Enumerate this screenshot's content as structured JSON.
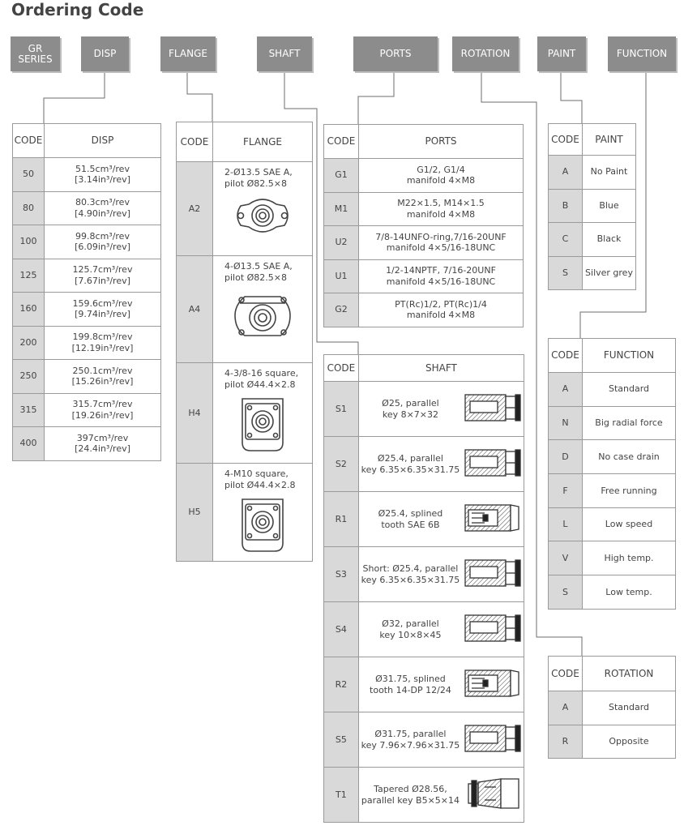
{
  "title": "Ordering Code",
  "headers": [
    {
      "id": "gr",
      "label": "GR\nSERIES"
    },
    {
      "id": "disp",
      "label": "DISP"
    },
    {
      "id": "flange",
      "label": "FLANGE"
    },
    {
      "id": "shaft",
      "label": "SHAFT"
    },
    {
      "id": "ports",
      "label": "PORTS"
    },
    {
      "id": "rotation",
      "label": "ROTATION"
    },
    {
      "id": "paint",
      "label": "PAINT"
    },
    {
      "id": "function",
      "label": "FUNCTION"
    }
  ],
  "disp": {
    "code_header": "CODE",
    "value_header": "DISP",
    "rows": [
      {
        "code": "50",
        "l1": "51.5cm³/rev",
        "l2": "[3.14in³/rev]"
      },
      {
        "code": "80",
        "l1": "80.3cm³/rev",
        "l2": "[4.90in³/rev]"
      },
      {
        "code": "100",
        "l1": "99.8cm³/rev",
        "l2": "[6.09in³/rev]"
      },
      {
        "code": "125",
        "l1": "125.7cm³/rev",
        "l2": "[7.67in³/rev]"
      },
      {
        "code": "160",
        "l1": "159.6cm³/rev",
        "l2": "[9.74in³/rev]"
      },
      {
        "code": "200",
        "l1": "199.8cm³/rev",
        "l2": "[12.19in³/rev]"
      },
      {
        "code": "250",
        "l1": "250.1cm³/rev",
        "l2": "[15.26in³/rev]"
      },
      {
        "code": "315",
        "l1": "315.7cm³/rev",
        "l2": "[19.26in³/rev]"
      },
      {
        "code": "400",
        "l1": "397cm³/rev",
        "l2": "[24.4in³/rev]"
      }
    ]
  },
  "flange": {
    "code_header": "CODE",
    "value_header": "FLANGE",
    "rows": [
      {
        "code": "A2",
        "l1": "2-Ø13.5 SAE A,",
        "l2": "pilot Ø82.5×8"
      },
      {
        "code": "A4",
        "l1": "4-Ø13.5 SAE A,",
        "l2": "pilot Ø82.5×8"
      },
      {
        "code": "H4",
        "l1": "4-3/8-16 square,",
        "l2": "pilot Ø44.4×2.8"
      },
      {
        "code": "H5",
        "l1": "4-M10 square,",
        "l2": "pilot Ø44.4×2.8"
      }
    ]
  },
  "ports": {
    "code_header": "CODE",
    "value_header": "PORTS",
    "rows": [
      {
        "code": "G1",
        "l1": "G1/2, G1/4",
        "l2": "manifold 4×M8"
      },
      {
        "code": "M1",
        "l1": "M22×1.5, M14×1.5",
        "l2": "manifold 4×M8"
      },
      {
        "code": "U2",
        "l1": "7/8-14UNFO-ring,7/16-20UNF",
        "l2": "manifold 4×5/16-18UNC"
      },
      {
        "code": "U1",
        "l1": "1/2-14NPTF, 7/16-20UNF",
        "l2": "manifold 4×5/16-18UNC"
      },
      {
        "code": "G2",
        "l1": "PT(Rc)1/2, PT(Rc)1/4",
        "l2": "manifold 4×M8"
      }
    ]
  },
  "shaft": {
    "code_header": "CODE",
    "value_header": "SHAFT",
    "rows": [
      {
        "code": "S1",
        "l1": "Ø25, parallel",
        "l2": "key 8×7×32",
        "kind": "keyed"
      },
      {
        "code": "S2",
        "l1": "Ø25.4, parallel",
        "l2": "key 6.35×6.35×31.75",
        "kind": "keyed"
      },
      {
        "code": "R1",
        "l1": "Ø25.4, splined",
        "l2": "tooth SAE 6B",
        "kind": "splined"
      },
      {
        "code": "S3",
        "l1": "Short: Ø25.4, parallel",
        "l2": "key 6.35×6.35×31.75",
        "kind": "keyed"
      },
      {
        "code": "S4",
        "l1": "Ø32, parallel",
        "l2": "key 10×8×45",
        "kind": "keyed"
      },
      {
        "code": "R2",
        "l1": "Ø31.75, splined",
        "l2": "tooth 14-DP 12/24",
        "kind": "splined"
      },
      {
        "code": "S5",
        "l1": "Ø31.75, parallel",
        "l2": "key 7.96×7.96×31.75",
        "kind": "keyed"
      },
      {
        "code": "T1",
        "l1": "Tapered Ø28.56,",
        "l2": "parallel key B5×5×14",
        "kind": "tapered"
      }
    ]
  },
  "paint": {
    "code_header": "CODE",
    "value_header": "PAINT",
    "rows": [
      {
        "code": "A",
        "v": "No Paint"
      },
      {
        "code": "B",
        "v": "Blue"
      },
      {
        "code": "C",
        "v": "Black"
      },
      {
        "code": "S",
        "v": "Silver grey"
      }
    ]
  },
  "function": {
    "code_header": "CODE",
    "value_header": "FUNCTION",
    "rows": [
      {
        "code": "A",
        "v": "Standard"
      },
      {
        "code": "N",
        "v": "Big radial force"
      },
      {
        "code": "D",
        "v": "No case drain"
      },
      {
        "code": "F",
        "v": "Free running"
      },
      {
        "code": "L",
        "v": "Low speed"
      },
      {
        "code": "V",
        "v": "High temp."
      },
      {
        "code": "S",
        "v": "Low temp."
      }
    ]
  },
  "rotation": {
    "code_header": "CODE",
    "value_header": "ROTATION",
    "rows": [
      {
        "code": "A",
        "v": "Standard"
      },
      {
        "code": "R",
        "v": "Opposite"
      }
    ]
  }
}
